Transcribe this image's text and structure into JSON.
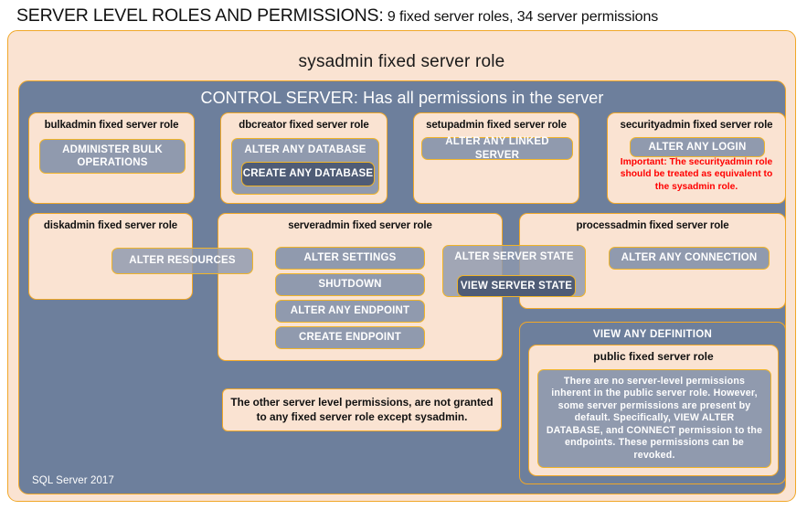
{
  "title": {
    "main": "SERVER LEVEL ROLES AND PERMISSIONS:",
    "sub": " 9 fixed server roles, 34 server permissions"
  },
  "sysadmin": {
    "label": "sysadmin fixed server role"
  },
  "control_server": {
    "label": "CONTROL SERVER: Has all permissions in the server",
    "version": "SQL Server 2017"
  },
  "roles": {
    "bulkadmin": {
      "title": "bulkadmin fixed server role",
      "permissions": [
        "ADMINISTER  BULK OPERATIONS"
      ]
    },
    "dbcreator": {
      "title": "dbcreator fixed server role",
      "permissions": [
        "ALTER ANY DATABASE",
        "CREATE  ANY DATABASE"
      ]
    },
    "setupadmin": {
      "title": "setupadmin fixed server role",
      "permissions": [
        "ALTER ANY LINKED SERVER"
      ]
    },
    "securityadmin": {
      "title": "securityadmin fixed server role",
      "permissions": [
        "ALTER ANY LOGIN"
      ],
      "warning": "Important:  The securityadmin role should  be treated as equivalent to the  sysadmin role."
    },
    "diskadmin": {
      "title": "diskadmin fixed server role",
      "permissions": [
        "ALTER RESOURCES"
      ]
    },
    "serveradmin": {
      "title": "serveradmin fixed server role",
      "permissions": [
        "ALTER SETTINGS",
        "SHUTDOWN",
        "ALTER ANY ENDPOINT",
        "CREATE  ENDPOINT"
      ]
    },
    "processadmin": {
      "title": "processadmin fixed server role",
      "permissions": [
        "ALTER ANY CONNECTION"
      ]
    },
    "shared": {
      "alter_server_state": "ALTER SERVER  STATE",
      "view_server_state": "VIEW SERVER  STATE"
    },
    "public": {
      "view_any_definition": "VIEW  ANY DEFINITION",
      "title": "public  fixed server role",
      "description": "There are no server-level permissions inherent in the public server role. However, some server permissions are present by default. Specifically, VIEW ALTER DATABASE, and CONNECT permission to the endpoints. These permissions can be revoked."
    }
  },
  "note": {
    "text": "The other server level permissions,  are not granted to any fixed server role except sysadmin."
  },
  "colors": {
    "peach": "#fae3d2",
    "slate": "#6d7f9c",
    "gold_border": "#f0a728",
    "chip": "#8a96ac",
    "chip_dark": "#4f5c76",
    "warning_red": "#ff0000"
  }
}
